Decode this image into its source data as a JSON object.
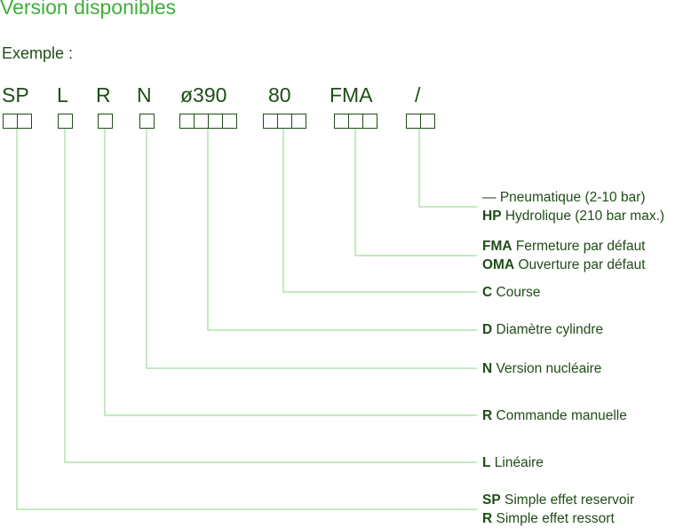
{
  "title": "Version disponibles",
  "example_label": "Exemple :",
  "code_parts": [
    "SP",
    "L",
    "R",
    "N",
    "ø390",
    "80",
    "FMA",
    "/"
  ],
  "legend": [
    {
      "lines": [
        {
          "code": "—",
          "text": "Pneumatique (2-10 bar)"
        },
        {
          "code": "HP",
          "text": "Hydrolique (210 bar max.)"
        }
      ]
    },
    {
      "lines": [
        {
          "code": "FMA",
          "text": "Fermeture par défaut"
        },
        {
          "code": "OMA",
          "text": "Ouverture par défaut"
        }
      ]
    },
    {
      "lines": [
        {
          "code": "C",
          "text": "Course"
        }
      ]
    },
    {
      "lines": [
        {
          "code": "D",
          "text": "Diamètre cylindre"
        }
      ]
    },
    {
      "lines": [
        {
          "code": "N",
          "text": "Version nucléaire"
        }
      ]
    },
    {
      "lines": [
        {
          "code": "R",
          "text": "Commande manuelle"
        }
      ]
    },
    {
      "lines": [
        {
          "code": "L",
          "text": "Linéaire"
        }
      ]
    },
    {
      "lines": [
        {
          "code": "SP",
          "text": "Simple effet reservoir"
        },
        {
          "code": "R",
          "text": "Simple effet ressort"
        }
      ]
    }
  ],
  "colors": {
    "title": "#3fae3a",
    "text": "#1f4d17",
    "connector": "#9fdc99"
  }
}
